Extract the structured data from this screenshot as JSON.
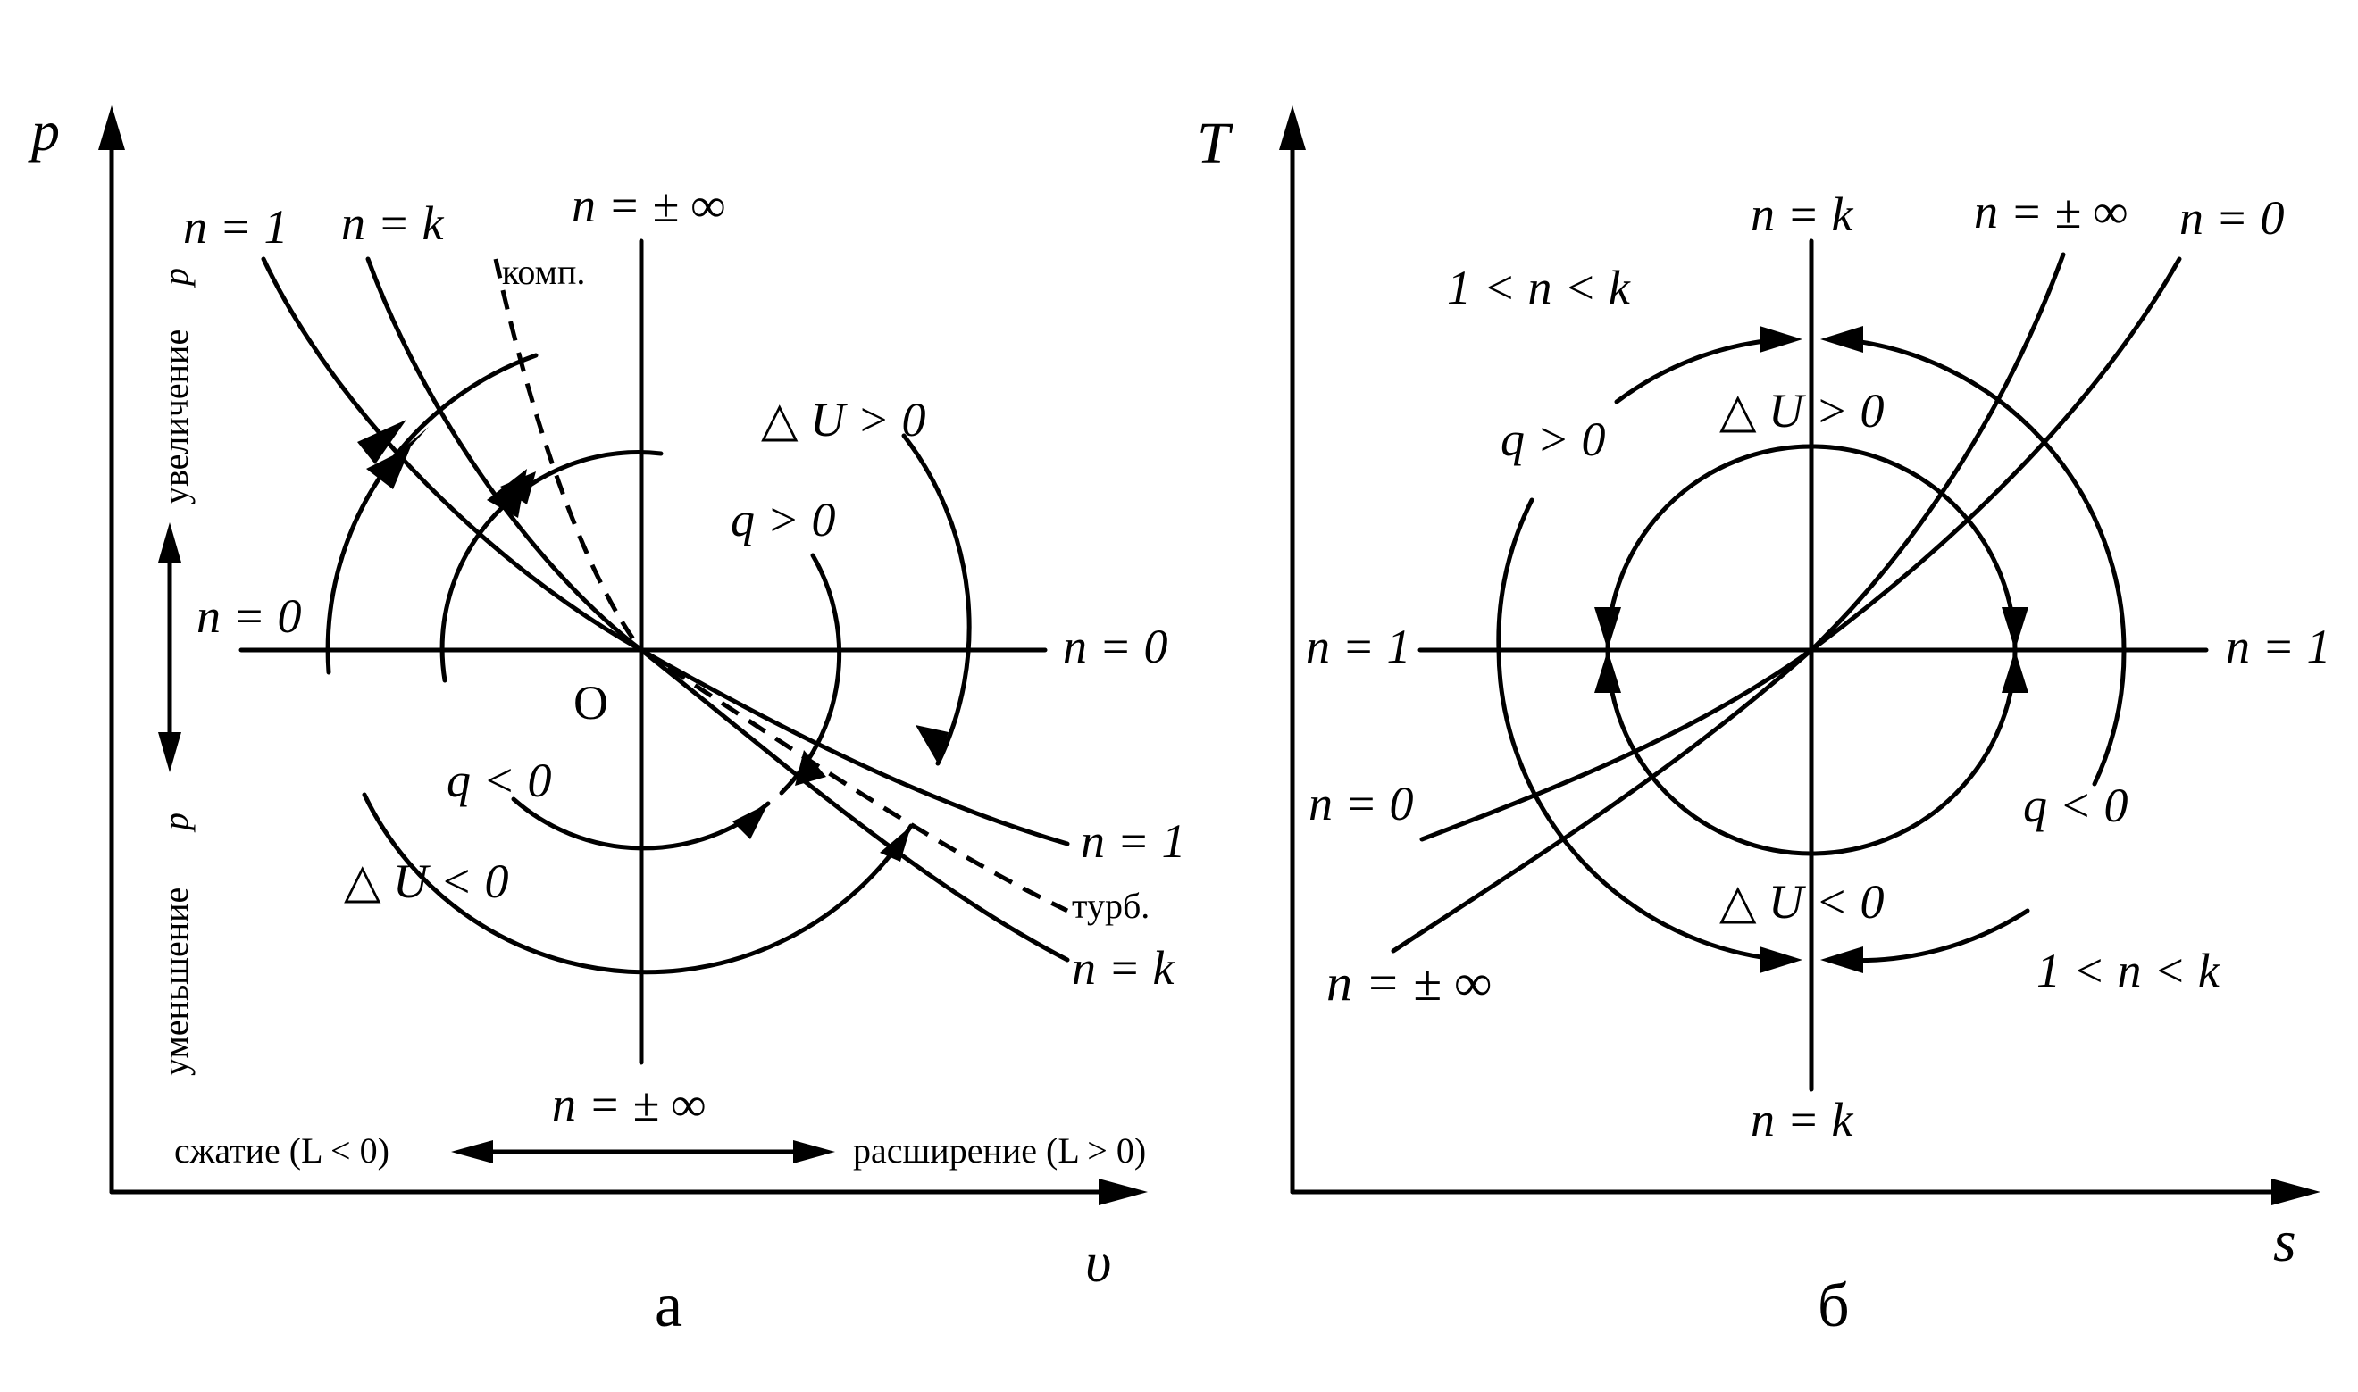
{
  "panel_a": {
    "caption": "а",
    "x_axis": "υ",
    "y_axis": "p",
    "origin": "O",
    "curve_labels": {
      "n1_top": "n = 1",
      "nk_top": "n = k",
      "ninf_top": "n = ± ∞",
      "ninf_bottom": "n = ± ∞",
      "n0_left": "n = 0",
      "n0_right": "n = 0",
      "n1_bottom": "n = 1",
      "nk_bottom": "n = k"
    },
    "komp": "комп.",
    "turb": "турб.",
    "dU_pos": "△ U > 0",
    "dU_neg": "△ U < 0",
    "q_pos": "q > 0",
    "q_neg": "q < 0",
    "increase_label": "увеличение",
    "decrease_label": "уменьшение",
    "p_symbol": "p",
    "compression": "сжатие (L < 0)",
    "expansion": "расширение  (L > 0)"
  },
  "panel_b": {
    "caption": "б",
    "x_axis": "s",
    "y_axis": "T",
    "curve_labels": {
      "nk_top": "n = k",
      "ninf_top": "n = ± ∞",
      "n0_top": "n = 0",
      "n1_left": "n = 1",
      "n1_right": "n = 1",
      "n0_left": "n = 0",
      "ninf_bottom": "n = ± ∞",
      "nk_bottom": "n = k"
    },
    "range_top": "1 < n < k",
    "range_bottom": "1 < n < k",
    "dU_pos": "△ U > 0",
    "dU_neg": "△ U < 0",
    "q_pos": "q > 0",
    "q_neg": "q < 0"
  }
}
